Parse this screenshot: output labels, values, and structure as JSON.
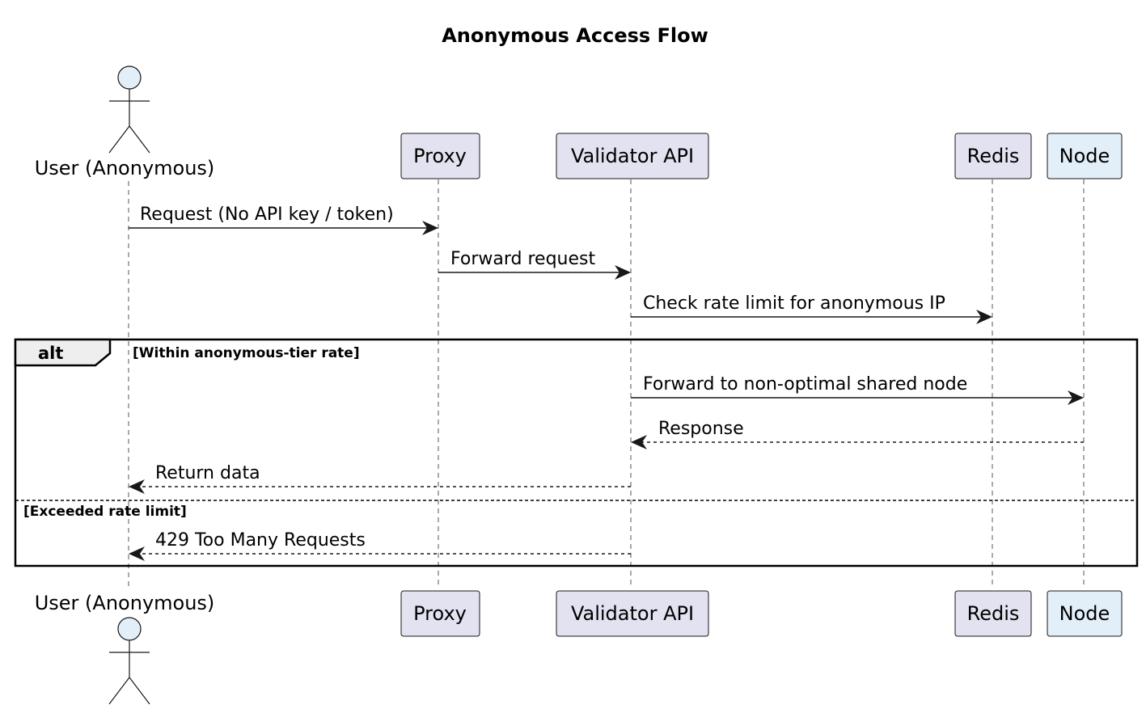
{
  "title": "Anonymous Access Flow",
  "participants": [
    {
      "id": "user",
      "label": "User (Anonymous)",
      "type": "actor"
    },
    {
      "id": "proxy",
      "label": "Proxy",
      "type": "participant"
    },
    {
      "id": "validator",
      "label": "Validator API",
      "type": "participant"
    },
    {
      "id": "redis",
      "label": "Redis",
      "type": "participant"
    },
    {
      "id": "node",
      "label": "Node",
      "type": "participant"
    }
  ],
  "messages": [
    {
      "from": "user",
      "to": "proxy",
      "label": "Request (No API key / token)",
      "style": "solid"
    },
    {
      "from": "proxy",
      "to": "validator",
      "label": "Forward request",
      "style": "solid"
    },
    {
      "from": "validator",
      "to": "redis",
      "label": "Check rate limit for anonymous IP",
      "style": "solid"
    },
    {
      "from": "validator",
      "to": "node",
      "label": "Forward to non-optimal shared node",
      "style": "solid"
    },
    {
      "from": "node",
      "to": "validator",
      "label": "Response",
      "style": "dashed"
    },
    {
      "from": "validator",
      "to": "user",
      "label": "Return data",
      "style": "dashed"
    },
    {
      "from": "validator",
      "to": "user",
      "label": "429 Too Many Requests",
      "style": "dashed"
    }
  ],
  "alt": {
    "keyword": "alt",
    "guard1": "[Within anonymous-tier rate]",
    "guard2": "[Exceeded rate limit]"
  },
  "colors": {
    "participant_fill": "#e2e2f0",
    "node_fill": "#e2eef8",
    "actor_head_fill": "#e2eef8",
    "stroke": "#181818"
  }
}
